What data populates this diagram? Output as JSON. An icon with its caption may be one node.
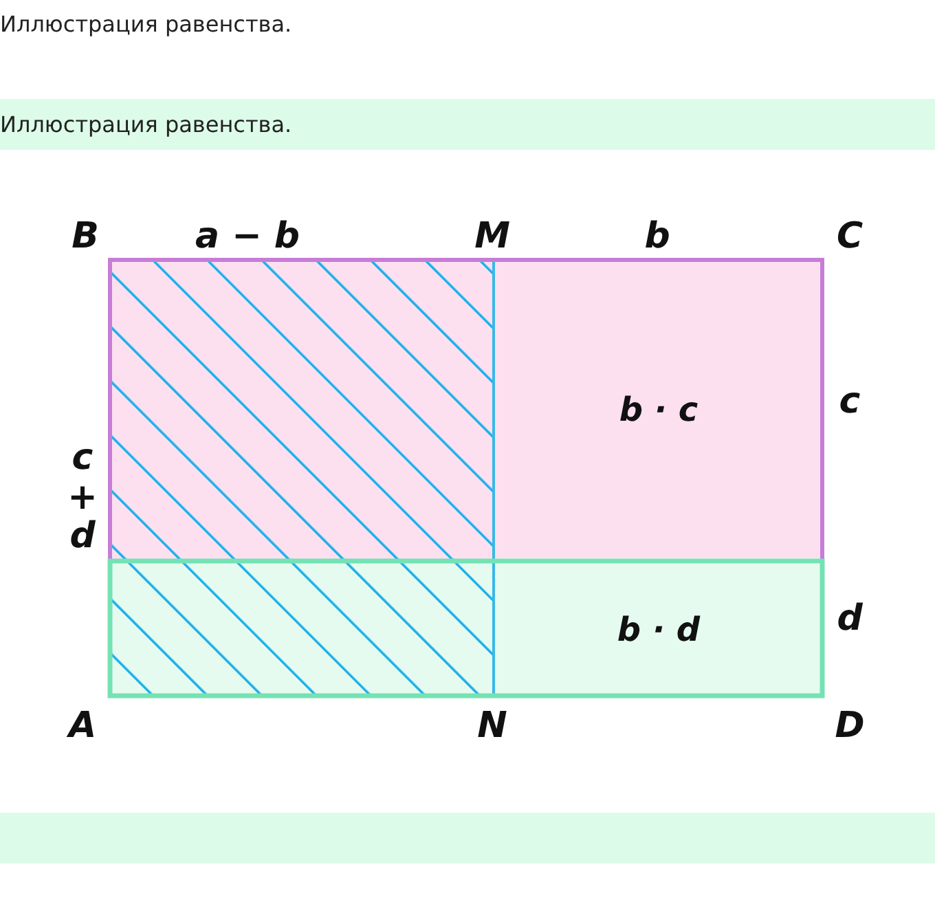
{
  "diagram": {
    "title": "Иллюстрация равенства.",
    "nodes": [
      {
        "text": [
          "Иллюстрация равенства."
        ]
      },
      {
        "text": [
          "b · c"
        ]
      },
      {
        "text": [
          "b · d"
        ]
      },
      {
        "text": [],
        "shape": "bar"
      }
    ],
    "edges": [],
    "labels": [
      "B",
      "a − b",
      "M",
      "b",
      "C",
      "c",
      "c + d",
      "d",
      "A",
      "N",
      "D"
    ]
  }
}
